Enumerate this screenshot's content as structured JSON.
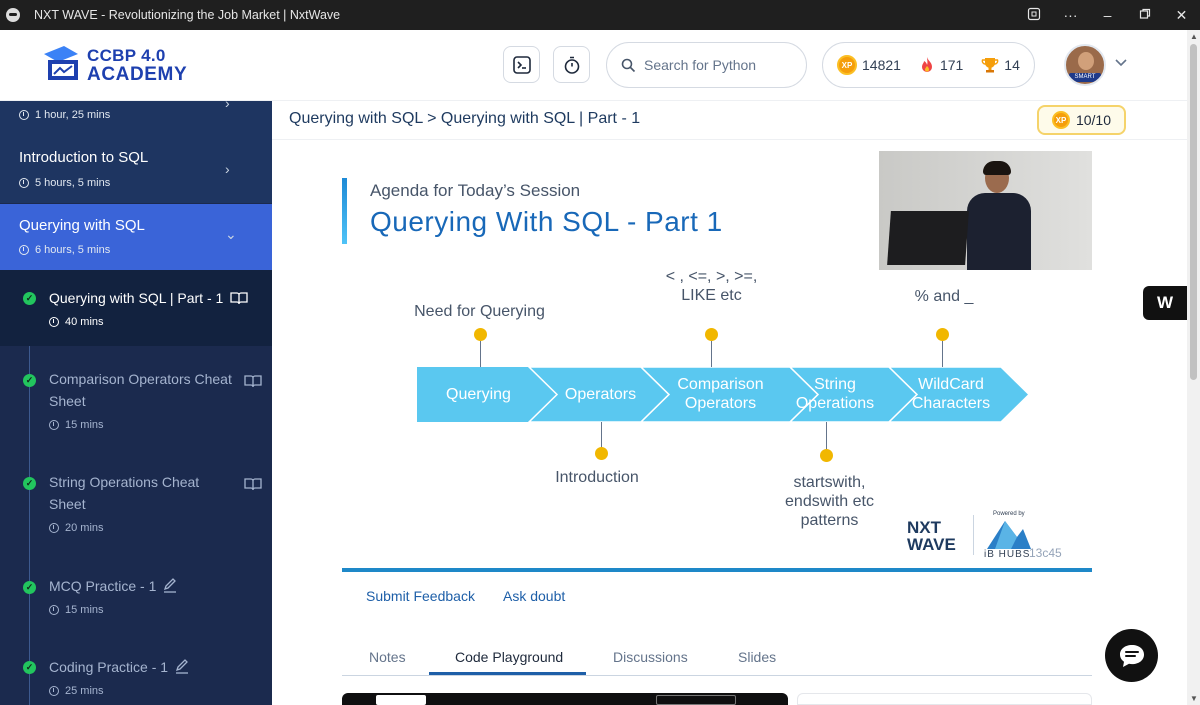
{
  "window": {
    "title": "NXT WAVE - Revolutionizing the Job Market | NxtWave"
  },
  "header": {
    "logo_line1": "CCBP 4.0",
    "logo_line2": "ACADEMY",
    "search_placeholder": "Search for Python",
    "xp": "14821",
    "streak": "171",
    "trophies": "14",
    "xp_icon_text": "XP",
    "avatar_badge": "SMART"
  },
  "sidebar": {
    "prev_duration": "1 hour, 25 mins",
    "sections": [
      {
        "title": "Introduction to SQL",
        "duration": "5 hours, 5 mins"
      },
      {
        "title": "Querying with SQL",
        "duration": "6 hours, 5 mins"
      }
    ],
    "items": [
      {
        "name": "Querying with SQL | Part - 1",
        "duration": "40 mins",
        "icon": "book-icon"
      },
      {
        "name": "Comparison Operators Cheat Sheet",
        "duration": "15 mins",
        "icon": "book-icon"
      },
      {
        "name": "String Operations Cheat Sheet",
        "duration": "20 mins",
        "icon": "book-icon"
      },
      {
        "name": "MCQ Practice - 1",
        "duration": "15 mins",
        "icon": "pencil-icon"
      },
      {
        "name": "Coding Practice - 1",
        "duration": "25 mins",
        "icon": "pencil-icon"
      }
    ]
  },
  "main": {
    "breadcrumb": "Querying with SQL > Querying with SQL | Part - 1",
    "xp_score": "10/10",
    "slide": {
      "agenda": "Agenda for Today’s Session",
      "title": "Querying With SQL - Part 1",
      "stages": [
        "Querying",
        "Operators",
        "Comparison Operators",
        "String Operations",
        "WildCard Characters"
      ],
      "top_labels": [
        "Need for Querying",
        "< , <=, >, >=, LIKE etc",
        "% and _"
      ],
      "bottom_labels": [
        "Introduction",
        "startswith, endswith etc patterns"
      ],
      "brand_nxt": "NXT",
      "brand_wave": "WAVE",
      "powered_by": "Powered by",
      "ib_hubs": "iB HUBS",
      "code": "13c45"
    },
    "links": {
      "feedback": "Submit Feedback",
      "doubt": "Ask doubt"
    },
    "tabs": [
      "Notes",
      "Code Playground",
      "Discussions",
      "Slides"
    ]
  },
  "floating": {
    "w_label": "W"
  },
  "colors": {
    "sidebar": "#1b2a4e",
    "active_section": "#3a64d8",
    "accent": "#1868b8",
    "arrow": "#5ac8f0",
    "dot": "#f1b700"
  }
}
